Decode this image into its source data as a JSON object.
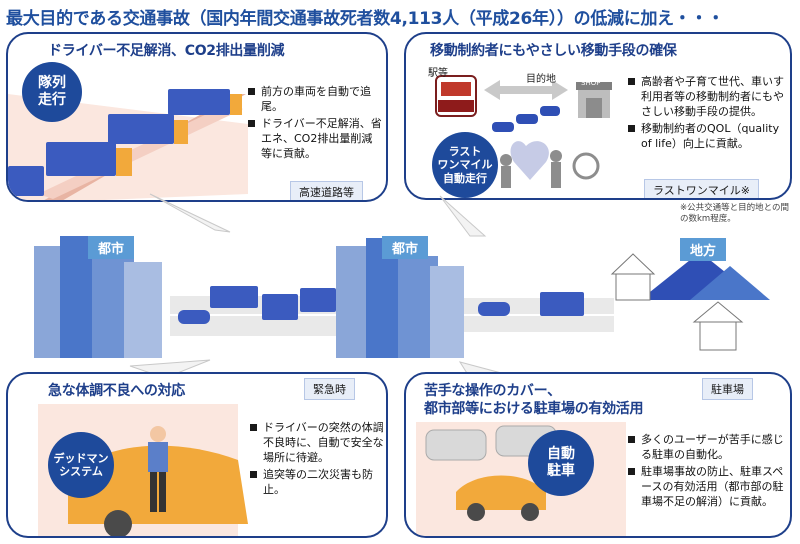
{
  "title": "最大目的である交通事故（国内年間交通事故死者数4,113人（平成26年））の低減に加え・・・",
  "panels": {
    "platooning": {
      "title": "ドライバー不足解消、CO2排出量削減",
      "circle": [
        "隊列",
        "走行"
      ],
      "bullets": [
        "前方の車両を自動で追尾。",
        "ドライバー不足解消、省エネ、CO2排出量削減等に貢献。"
      ],
      "tag": "高速道路等"
    },
    "last_mile": {
      "title": "移動制約者にもやさしい移動手段の確保",
      "circle": [
        "ラスト",
        "ワンマイル",
        "自動走行"
      ],
      "bullets": [
        "高齢者や子育て世代、車いす利用者等の移動制約者にもやさしい移動手段の提供。",
        "移動制約者のQOL（quality of life）向上に貢献。"
      ],
      "tag": "ラストワンマイル※",
      "note": "※公共交通等と目的地との間の数km程度。",
      "station_label": "駅等",
      "destination_label": "目的地",
      "shop_label": "SHOP"
    },
    "deadman": {
      "title": "急な体調不良への対応",
      "circle": [
        "デッドマン",
        "システム"
      ],
      "bullets": [
        "ドライバーの突然の体調不良時に、自動で安全な場所に待避。",
        "追突等の二次災害も防止。"
      ],
      "tag": "緊急時"
    },
    "parking": {
      "title_lines": [
        "苦手な操作のカバー、",
        "都市部等における駐車場の有効活用"
      ],
      "circle": [
        "自動",
        "駐車"
      ],
      "bullets": [
        "多くのユーザーが苦手に感じる駐車の自動化。",
        "駐車場事故の防止、駐車スペースの有効活用（都市部の駐車場不足の解消）に貢献。"
      ],
      "tag": "駐車場"
    }
  },
  "center": {
    "city_label_1": "都市",
    "city_label_2": "都市",
    "rural_label": "地方"
  },
  "colors": {
    "brand": "#1e3f8a",
    "circle": "#1e4a9b",
    "truck": "#3b5bbf",
    "car_orange": "#f2a93b"
  }
}
